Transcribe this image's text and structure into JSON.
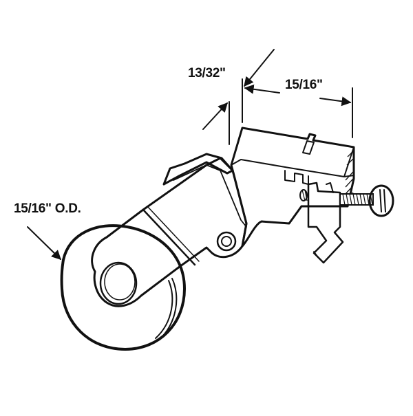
{
  "diagram": {
    "subject": "Sliding door roller assembly with adjustment screw",
    "dimensions": {
      "flange_thickness": "13/32\"",
      "housing_width": "15/16\"",
      "wheel_diameter": "15/16\" O.D."
    },
    "colors": {
      "line": "#111111",
      "background": "#ffffff"
    }
  }
}
